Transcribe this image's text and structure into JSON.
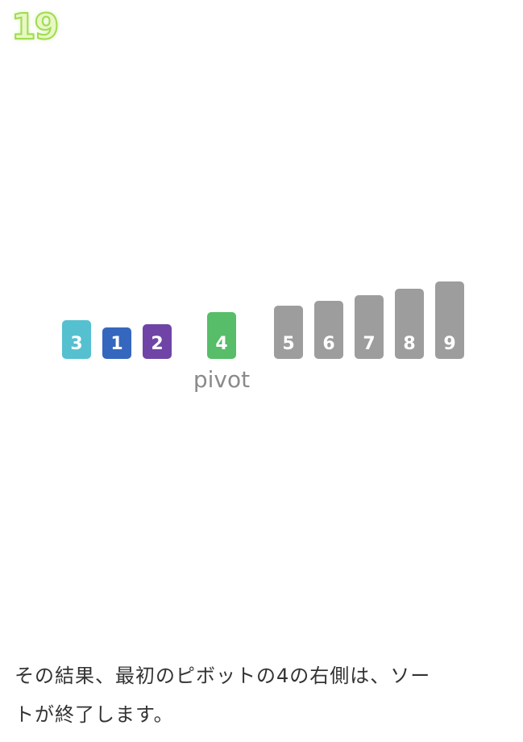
{
  "step": {
    "number": "19"
  },
  "diagram": {
    "bars": [
      {
        "label": "3",
        "color": "#55c0cf",
        "group": "left-partition"
      },
      {
        "label": "1",
        "color": "#3567be",
        "group": "left-partition"
      },
      {
        "label": "2",
        "color": "#6f44a6",
        "group": "left-partition"
      },
      {
        "label": "4",
        "color": "#57bd68",
        "group": "pivot"
      },
      {
        "label": "5",
        "color": "#9d9d9d",
        "group": "sorted"
      },
      {
        "label": "6",
        "color": "#9d9d9d",
        "group": "sorted"
      },
      {
        "label": "7",
        "color": "#9d9d9d",
        "group": "sorted"
      },
      {
        "label": "8",
        "color": "#9d9d9d",
        "group": "sorted"
      },
      {
        "label": "9",
        "color": "#9d9d9d",
        "group": "sorted"
      }
    ],
    "pivot_label": "pivot"
  },
  "caption": {
    "line1": "その結果、最初のピボットの4の右側は、ソー",
    "line2": "トが終了します。"
  }
}
